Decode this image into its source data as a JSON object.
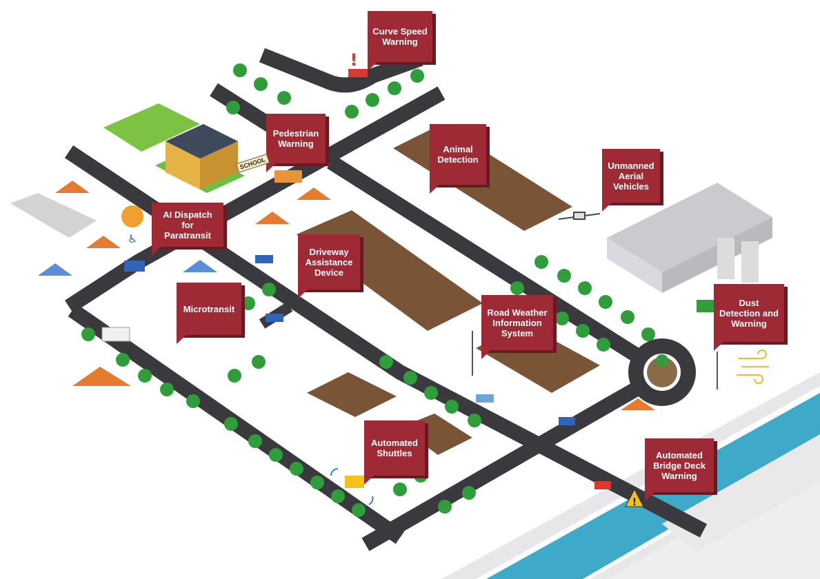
{
  "labels": {
    "curve_speed": "Curve Speed\nWarning",
    "pedestrian": "Pedestrian\nWarning",
    "animal": "Animal\nDetection",
    "uav": "Unmanned\nAerial\nVehicles",
    "ai_dispatch": "AI Dispatch for\nParatransit",
    "driveway": "Driveway\nAssistance\nDevice",
    "microtransit": "Microtransit",
    "road_weather": "Road Weather\nInformation\nSystem",
    "dust": "Dust\nDetection and\nWarning",
    "shuttles": "Automated\nShuttles",
    "bridge_deck": "Automated\nBridge Deck\nWarning"
  },
  "school_sign": "SCHOOL",
  "colors": {
    "label_red": "#9e2a35",
    "road": "#3a3a3e",
    "field": "#7a5436",
    "tree": "#2f9e3a",
    "water": "#3fa9c9",
    "grass": "#7cc243",
    "house_roof": "#e67a2e",
    "warehouse": "#c9cbcf"
  },
  "icons": [
    "wheelchair-icon",
    "warning-triangle-icon",
    "alert-exclamation-icon",
    "wind-icon",
    "drone-icon",
    "wifi-signal-icon"
  ]
}
